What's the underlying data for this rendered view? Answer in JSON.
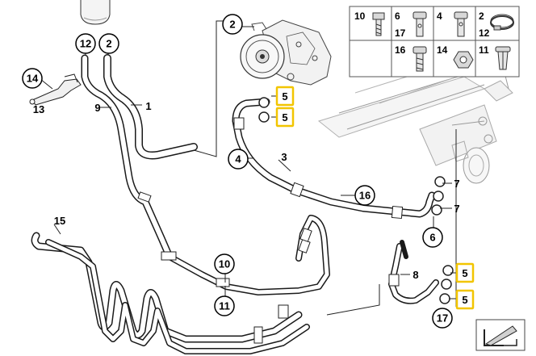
{
  "callouts": {
    "c14": "14",
    "c13": "13",
    "c12": "12",
    "c2a": "2",
    "c9": "9",
    "c1": "1",
    "c2b": "2",
    "c5a": "5",
    "c5b": "5",
    "c4": "4",
    "c3": "3",
    "c16": "16",
    "c7a": "7",
    "c7b": "7",
    "c6": "6",
    "c15": "15",
    "c10": "10",
    "c11": "11",
    "c8": "8",
    "c5c": "5",
    "c5d": "5",
    "c17": "17"
  },
  "legend": {
    "l10": "10",
    "l6": "6",
    "l17": "17",
    "l4": "4",
    "l2": "2",
    "l12": "12",
    "l16": "16",
    "l14": "14",
    "l11": "11"
  },
  "colors": {
    "highlight": "#f2c500",
    "line": "#1a1a1a",
    "part_gray": "#c8c8c8"
  },
  "icons": {
    "nav": "arrow-next-icon"
  }
}
